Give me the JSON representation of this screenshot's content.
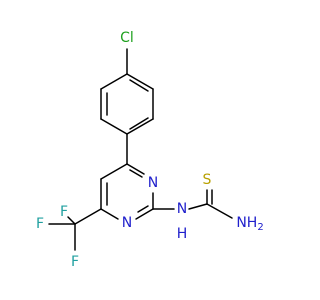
{
  "molecule": {
    "atoms": {
      "cl": "Cl",
      "n_ring_top": "N",
      "n_ring_bottom": "N",
      "nh_n": "N",
      "nh_h": "H",
      "s": "S",
      "nh2_n": "NH",
      "nh2_sub": "2",
      "f_right": "F",
      "f_left": "F",
      "f_bottom": "F"
    }
  },
  "colors": {
    "chlorine": "#1FA01F",
    "nitrogen": "#2020CC",
    "sulfur": "#B8A000",
    "fluorine": "#20A0A0",
    "bond": "#000000"
  }
}
